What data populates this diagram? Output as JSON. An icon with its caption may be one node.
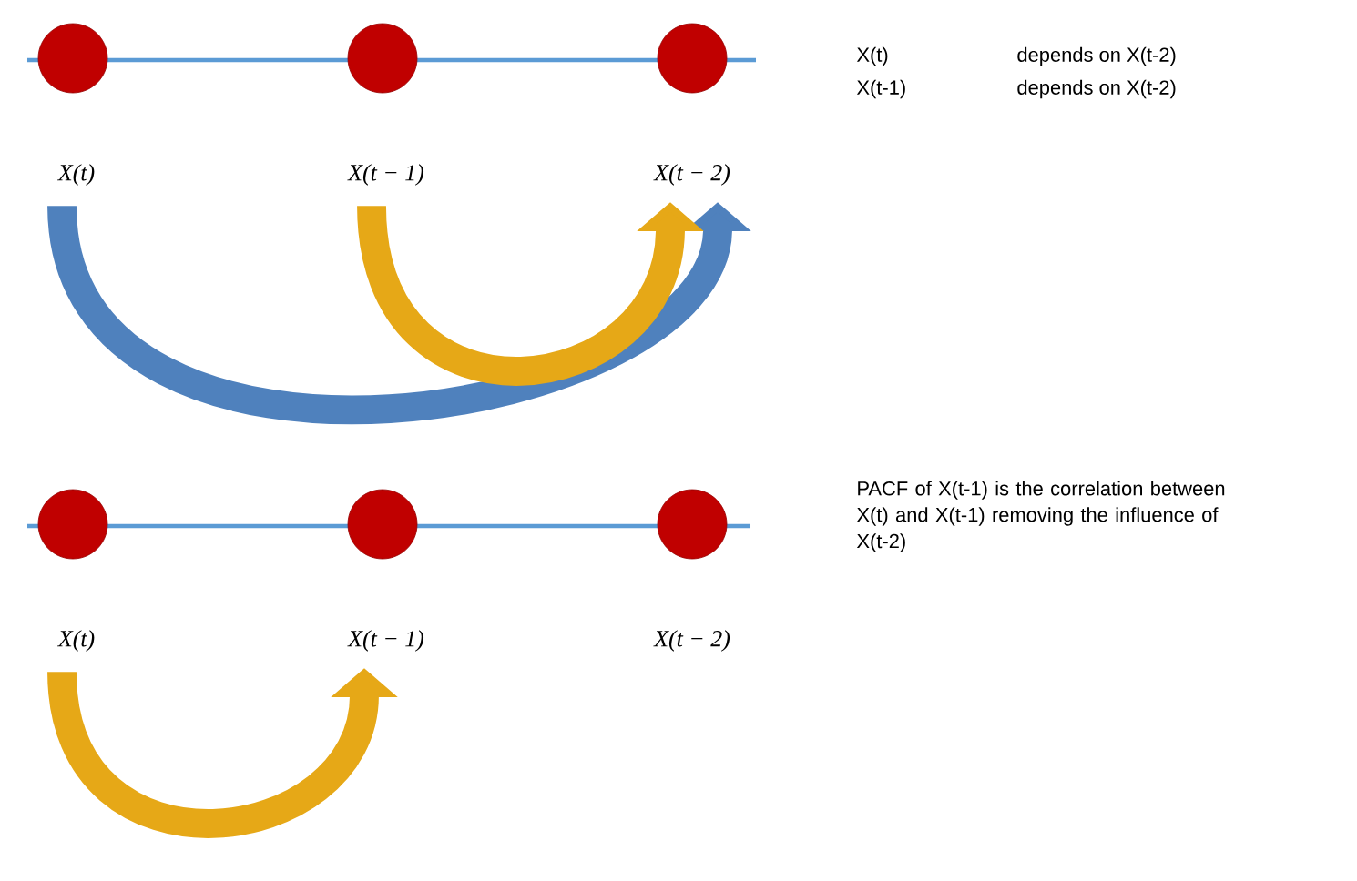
{
  "diagram": {
    "nodes": [
      {
        "text": [
          "X(t)"
        ]
      },
      {
        "text": [
          "X(t − 1)"
        ]
      },
      {
        "text": [
          "X(t − 2)"
        ]
      },
      {
        "text": [
          "X(t)"
        ]
      },
      {
        "text": [
          "X(t − 1)"
        ]
      },
      {
        "text": [
          "X(t − 2)"
        ]
      }
    ],
    "edges": [
      {
        "from": 0,
        "to": 2,
        "arrow": "to",
        "color": "#4f81bd"
      },
      {
        "from": 1,
        "to": 2,
        "arrow": "to"
      },
      {
        "from": 3,
        "to": 4,
        "arrow": "to"
      }
    ],
    "labels": [
      "X(t)",
      "depends on X(t-2)",
      "X(t-1)",
      "depends on X(t-2)",
      "PACF of X(t-1) is the correlation between X(t) and X(t-1) removing the influence of X(t-2)"
    ]
  }
}
